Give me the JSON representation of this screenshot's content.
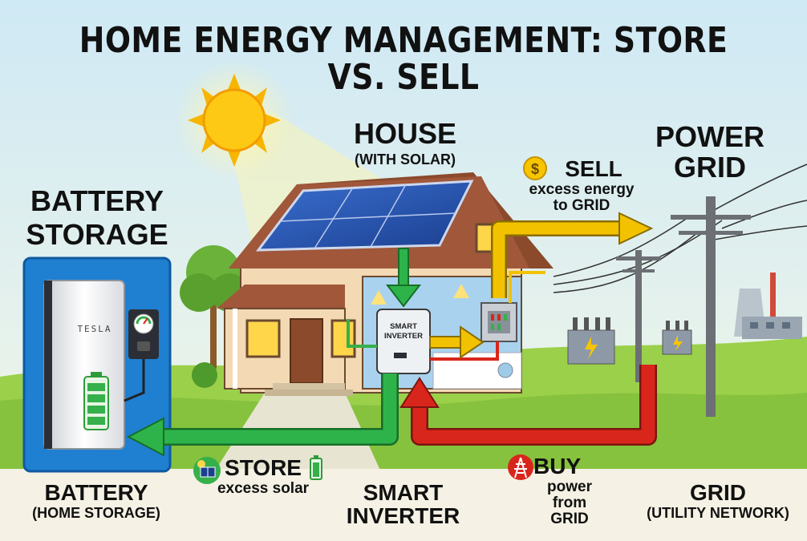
{
  "title": "HOME ENERGY MANAGEMENT: STORE VS. SELL",
  "house": {
    "title": "HOUSE",
    "subtitle": "(WITH SOLAR)"
  },
  "power_grid": {
    "line1": "POWER",
    "line2": "GRID"
  },
  "battery_storage": {
    "line1": "BATTERY",
    "line2": "STORAGE"
  },
  "battery_brand": "TESLA",
  "inverter_box": {
    "line1": "SMART",
    "line2": "INVERTER"
  },
  "sell": {
    "label": "SELL",
    "line1": "excess energy",
    "line2": "to GRID",
    "icon": "dollar-coin-icon"
  },
  "store": {
    "label": "STORE",
    "line1": "excess solar",
    "icon": "solar-panel-icon"
  },
  "buy": {
    "label": "BUY",
    "line1": "power",
    "line2": "from GRID",
    "icon": "power-tower-icon"
  },
  "bottom": {
    "battery": {
      "line1": "BATTERY",
      "line2": "(HOME STORAGE)"
    },
    "inverter": {
      "line1": "SMART",
      "line2": "INVERTER"
    },
    "grid": {
      "line1": "GRID",
      "line2": "(UTILITY NETWORK)"
    }
  },
  "colors": {
    "store_arrow": "#2db34a",
    "sell_arrow": "#f2c200",
    "buy_arrow": "#d9261c",
    "battery_panel": "#1f7fd1",
    "sky": "#dceef6",
    "grass": "#8cc63f"
  }
}
